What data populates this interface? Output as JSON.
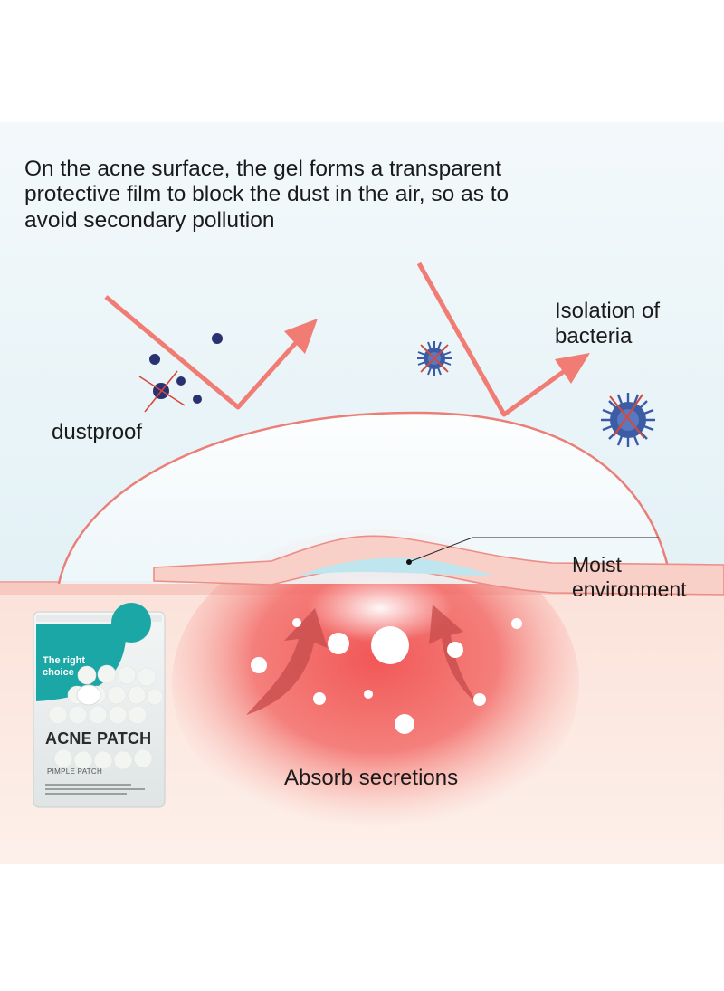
{
  "headline": "On the acne surface, the gel forms a transparent protective film to block the dust in the air, so as to avoid secondary pollution",
  "labels": {
    "dustproof": "dustproof",
    "isolation": "Isolation of bacteria",
    "moist": "Moist environment",
    "absorb": "Absorb secretions"
  },
  "package": {
    "tagline": "The right choice",
    "title": "ACNE PATCH",
    "subtitle": "PIMPLE PATCH"
  },
  "colors": {
    "sky": "#e9f4f8",
    "skin": "#fbe4dc",
    "skin_line": "#f0a8a0",
    "arrow": "#f07c74",
    "bacteria": "#3a5aa8",
    "dust": "#2a3170",
    "inflammation": "#f2736f",
    "package_teal": "#1aa7a6"
  }
}
